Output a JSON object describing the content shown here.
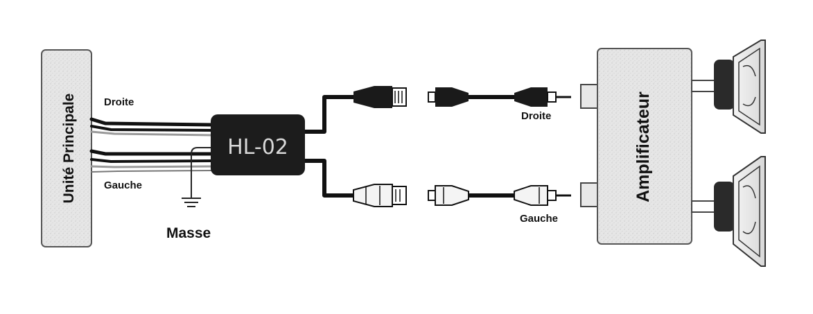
{
  "head_unit": {
    "label": "Unité Principale"
  },
  "converter": {
    "label": "HL-02"
  },
  "amplifier": {
    "label": "Amplificateur"
  },
  "wires": {
    "right_label": "Droite",
    "left_label": "Gauche",
    "ground_label": "Masse"
  },
  "rca": {
    "right_label": "Droite",
    "left_label": "Gauche"
  }
}
